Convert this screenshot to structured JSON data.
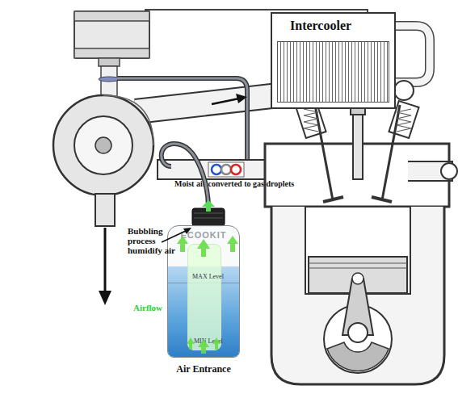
{
  "diagram": {
    "nodes": [
      {
        "text": [
          "Intercooler"
        ]
      },
      {
        "text": [
          "ECOOKIT",
          "MAX Level",
          "MIN Level",
          "Air Entrance"
        ]
      }
    ],
    "labels": [
      "Moist air converted to gas droplets",
      "Bubbling process humidify air",
      "Airflow"
    ]
  }
}
